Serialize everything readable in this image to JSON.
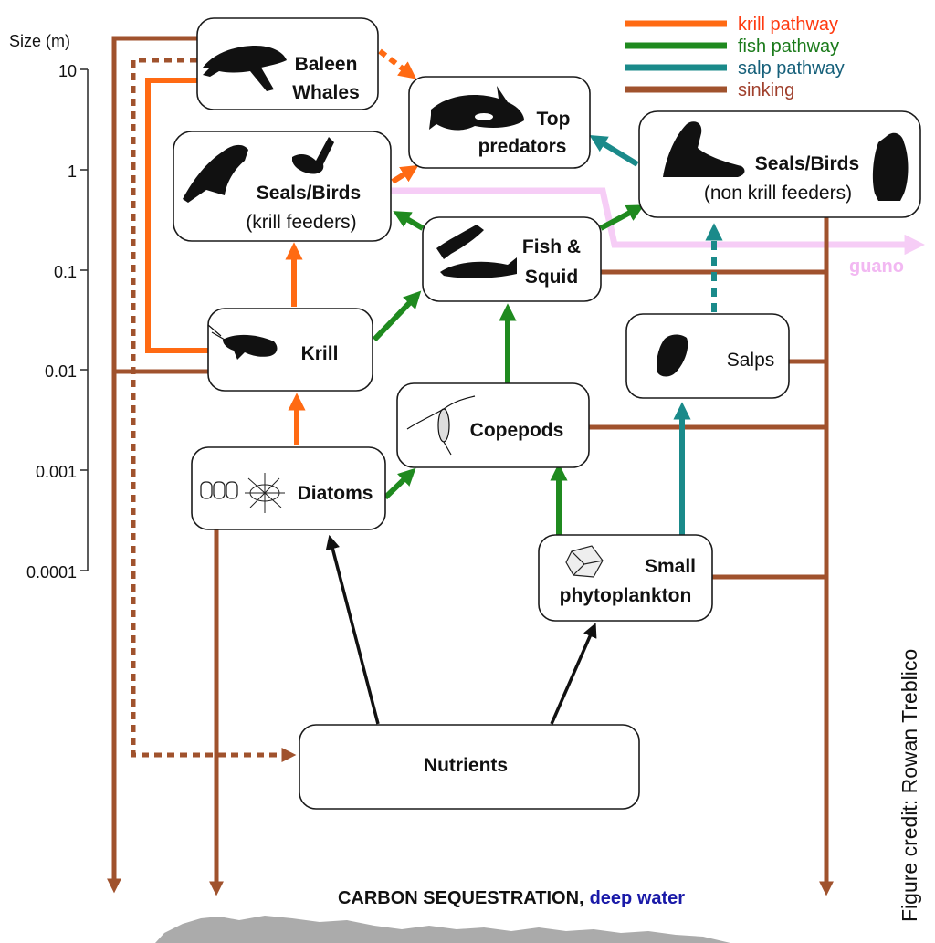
{
  "axis": {
    "title": "Size (m)",
    "ticks": [
      "10",
      "1",
      "0.1",
      "0.01",
      "0.001",
      "0.0001"
    ]
  },
  "legend": [
    {
      "label": "krill pathway",
      "line_color": "#ff6a13",
      "text_color": "#ff3a10"
    },
    {
      "label": "fish pathway",
      "line_color": "#1f8a1f",
      "text_color": "#1a7a1a"
    },
    {
      "label": "salp pathway",
      "line_color": "#1a8a8a",
      "text_color": "#16607a"
    },
    {
      "label": "sinking",
      "line_color": "#a0522d",
      "text_color": "#a0402d"
    }
  ],
  "nodes": {
    "baleen_whales": {
      "line1": "Baleen",
      "line2": "Whales"
    },
    "top_predators": {
      "line1": "Top",
      "line2": "predators"
    },
    "seals_krill": {
      "line1": "Seals/Birds",
      "line2": "(krill feeders)"
    },
    "seals_non_krill": {
      "line1": "Seals/Birds",
      "line2": "(non krill feeders)"
    },
    "fish_squid": {
      "line1": "Fish &",
      "line2": "Squid"
    },
    "krill": {
      "line1": "Krill"
    },
    "salps": {
      "line1": "Salps"
    },
    "copepods": {
      "line1": "Copepods"
    },
    "diatoms": {
      "line1": "Diatoms"
    },
    "small_phyto": {
      "line1": "Small",
      "line2": "phytoplankton"
    },
    "nutrients": {
      "line1": "Nutrients"
    }
  },
  "guano_label": "guano",
  "bottom": {
    "part1": "CARBON SEQUESTRATION,",
    "part2": "deep water"
  },
  "credit": "Figure credit: Rowan Treblico",
  "colors": {
    "krill": "#ff6a13",
    "fish": "#1f8a1f",
    "salp": "#1a8a8a",
    "sinking": "#a0522d",
    "nutrient": "#111111",
    "guano": "#f6cdf6",
    "guano_text": "#f2b8f2",
    "deep_water": "#1a1aa8"
  }
}
